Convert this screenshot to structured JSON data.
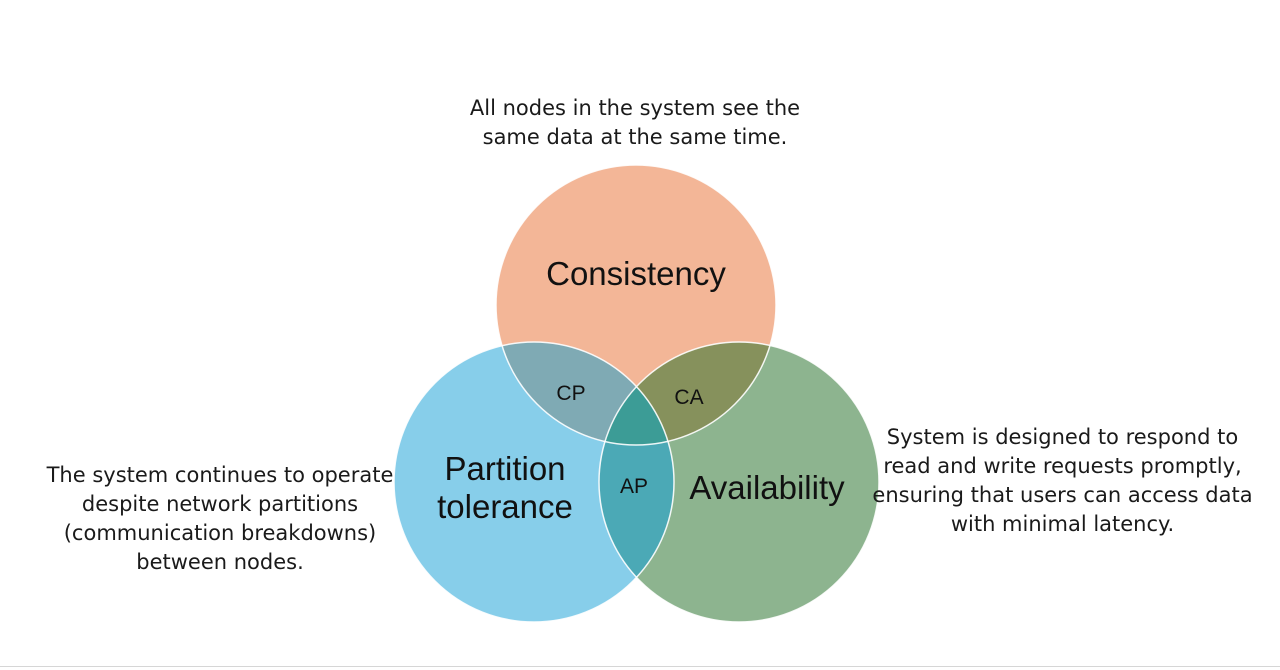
{
  "descriptions": {
    "consistency": "All nodes in the system see the\nsame data at the same time.",
    "partition_tolerance": "The system continues to operate\ndespite network partitions\n(communication breakdowns)\nbetween nodes.",
    "availability": "System is designed to respond to\nread and write requests promptly,\nensuring that users can access data\nwith minimal latency."
  },
  "circles": {
    "consistency": {
      "label": "Consistency",
      "color": "#f3b697"
    },
    "partition_tolerance": {
      "label_line1": "Partition",
      "label_line2": "tolerance",
      "color": "#87ceea"
    },
    "availability": {
      "label": "Availability",
      "color": "#8db48f"
    }
  },
  "intersections": {
    "cp": {
      "label": "CP",
      "color": "#7faab4"
    },
    "ca": {
      "label": "CA",
      "color": "#86915c"
    },
    "ap": {
      "label": "AP",
      "color": "#4ba9b6"
    },
    "cap_center_color": "#3c9c96"
  }
}
